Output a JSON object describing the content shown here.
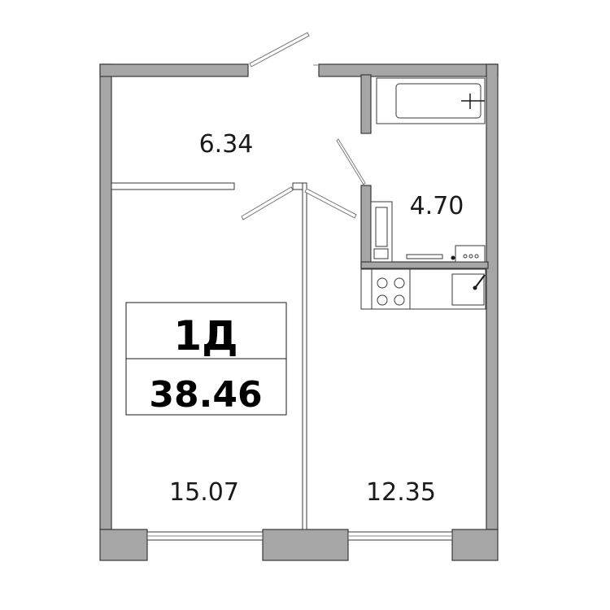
{
  "apartment": {
    "type_label": "1Д",
    "total_area": "38.46"
  },
  "rooms": {
    "hall": {
      "area": "6.34"
    },
    "bathroom": {
      "area": "4.70"
    },
    "bedroom": {
      "area": "15.07"
    },
    "kitchen_living": {
      "area": "12.35"
    }
  },
  "colors": {
    "wall_fill": "#a6a6a6",
    "wall_stroke": "#3a3a3a",
    "background": "#ffffff"
  }
}
